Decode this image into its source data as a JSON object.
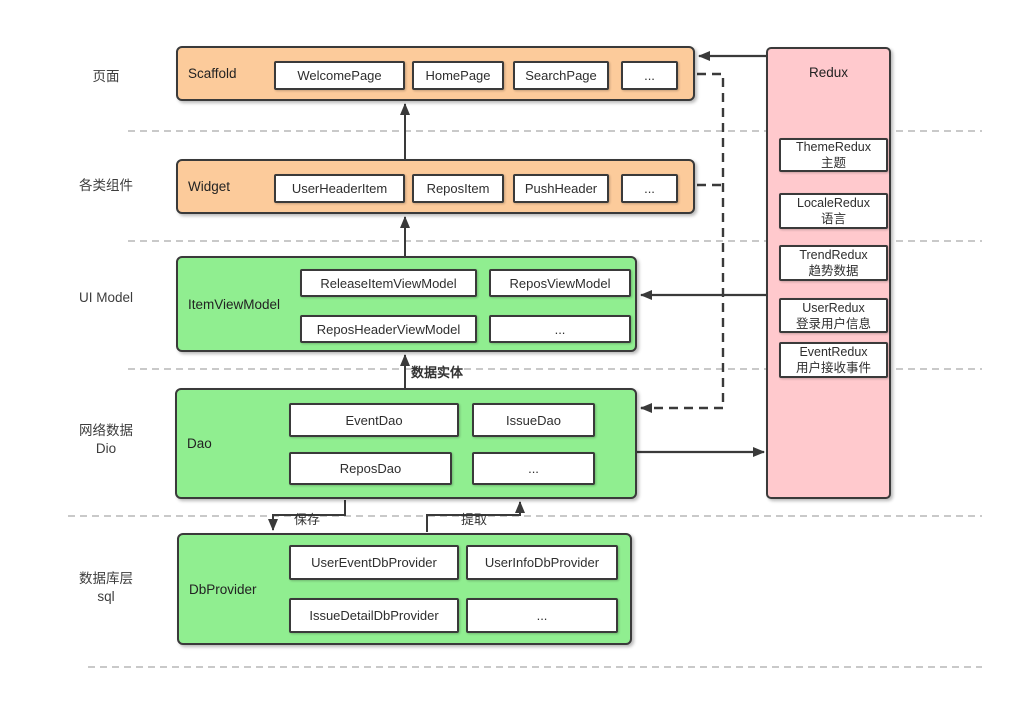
{
  "colors": {
    "orange": "#fccb9b",
    "green": "#90ee90",
    "pink": "#ffc9cd",
    "border": "#3a3a3a",
    "dash": "#a9a9a9"
  },
  "side_labels": {
    "page": "页面",
    "widgets": "各类组件",
    "ui_model": "UI Model",
    "network_line1": "网络数据",
    "network_line2": "Dio",
    "db_line1": "数据库层",
    "db_line2": "sql"
  },
  "panels": {
    "scaffold": {
      "title": "Scaffold",
      "items": [
        "WelcomePage",
        "HomePage",
        "SearchPage",
        "..."
      ]
    },
    "widget": {
      "title": "Widget",
      "items": [
        "UserHeaderItem",
        "ReposItem",
        "PushHeader",
        "..."
      ]
    },
    "item_view_model": {
      "title": "ItemViewModel",
      "items": [
        "ReleaseItemViewModel",
        "ReposViewModel",
        "ReposHeaderViewModel",
        "..."
      ]
    },
    "dao": {
      "title": "Dao",
      "items": [
        "EventDao",
        "IssueDao",
        "ReposDao",
        "..."
      ]
    },
    "db_provider": {
      "title": "DbProvider",
      "items": [
        "UserEventDbProvider",
        "UserInfoDbProvider",
        "IssueDetailDbProvider",
        "..."
      ]
    },
    "redux": {
      "title": "Redux",
      "items": [
        {
          "name": "ThemeRedux",
          "desc": "主题"
        },
        {
          "name": "LocaleRedux",
          "desc": "语言"
        },
        {
          "name": "TrendRedux",
          "desc": "趋势数据"
        },
        {
          "name": "UserRedux",
          "desc": "登录用户信息"
        },
        {
          "name": "EventRedux",
          "desc": "用户接收事件"
        }
      ]
    }
  },
  "edge_labels": {
    "data_entity": "数据实体",
    "save": "保存",
    "fetch": "提取"
  }
}
